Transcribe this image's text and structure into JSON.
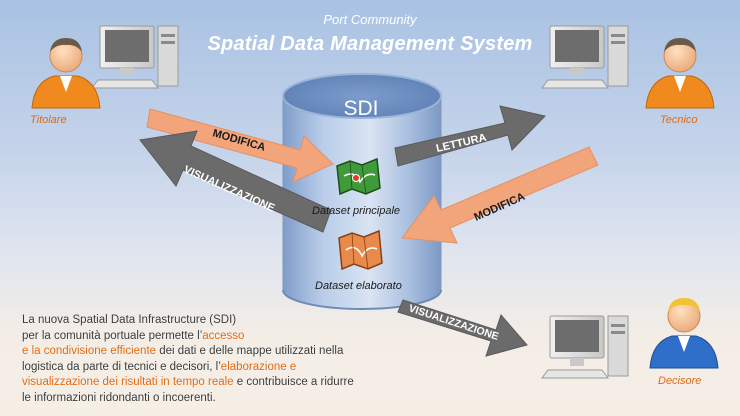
{
  "header": {
    "subtitle": "Port Community",
    "title": "Spatial Data Management System"
  },
  "repository": {
    "label": "SDI",
    "datasets": [
      {
        "label": "Dataset principale",
        "icon": "map-icon-green"
      },
      {
        "label": "Dataset elaborato",
        "icon": "map-icon-orange"
      }
    ]
  },
  "actors": [
    {
      "name": "Titolare",
      "icon": "user-orange-icon"
    },
    {
      "name": "Tecnico",
      "icon": "user-orange-icon"
    },
    {
      "name": "Decisore",
      "icon": "user-blue-icon"
    }
  ],
  "arrows": {
    "titolare_modifica": "MODIFICA",
    "titolare_visualizzazione": "VISUALIZZAZIONE",
    "tecnico_lettura": "LETTURA",
    "tecnico_modifica": "MODIFICA",
    "decisore_visualizzazione": "VISUALIZZAZIONE"
  },
  "description": {
    "line1": "La nuova Spatial Data Infrastructure (SDI)",
    "line2_a": "per la comunità portuale permette l’",
    "line2_b": "accesso",
    "line3_a": "e la condivisione efficiente",
    "line3_b": " dei dati e delle mappe utilizzati nella",
    "line4": "logistica da parte di tecnici e decisori, l’",
    "line4_b": "elaborazione e",
    "line5_a": "visualizzazione dei risultati in tempo reale",
    "line5_b": " e contribuisce a ridurre",
    "line6": "le informazioni ridondanti o incoerenti."
  },
  "colors": {
    "arrow_orange": "#f2a57b",
    "arrow_gray": "#6b6b6b",
    "accent": "#e06a12",
    "cylinder": "#9fb8dc"
  }
}
